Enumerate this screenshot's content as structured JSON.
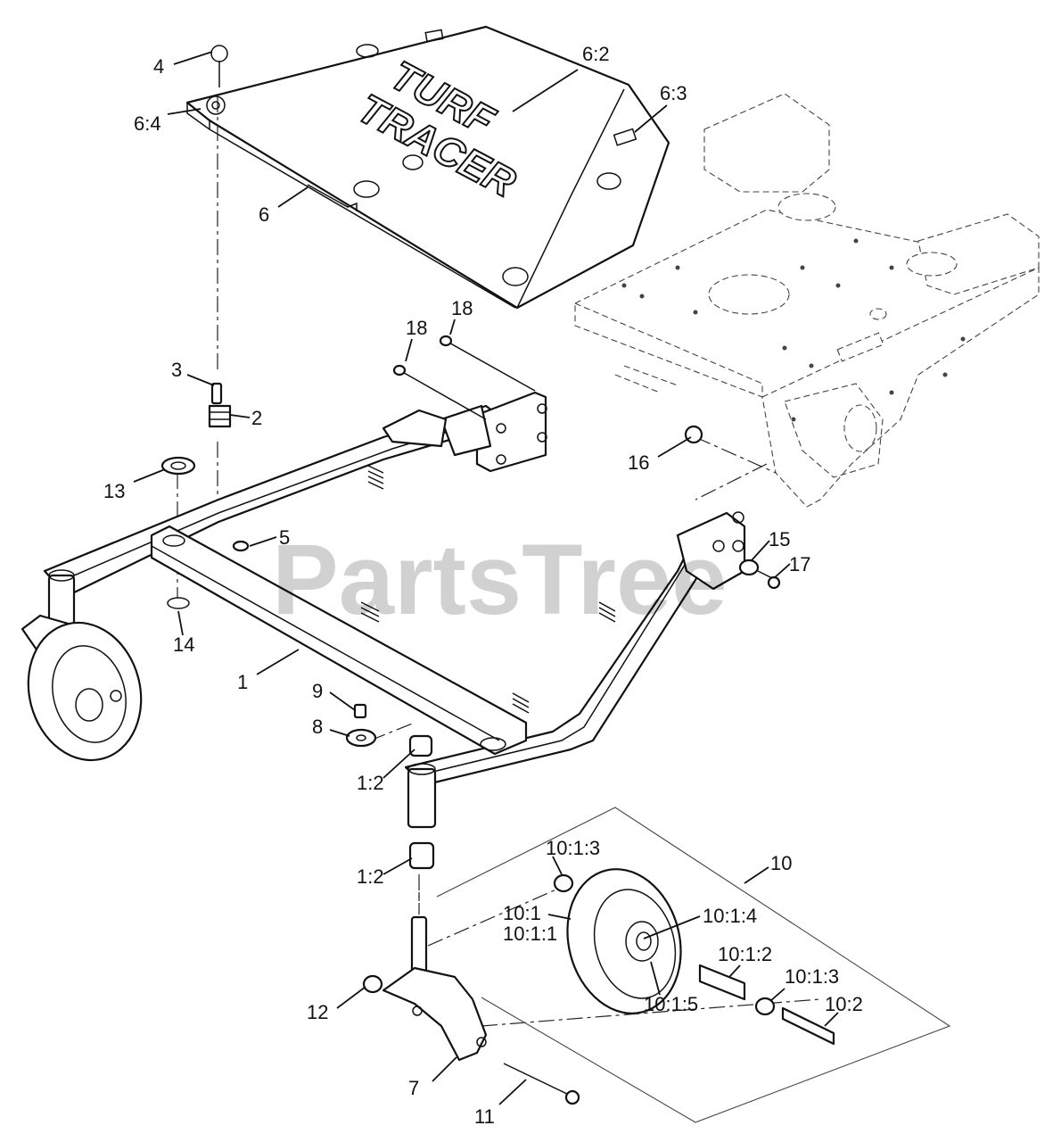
{
  "watermark": "PartsTree",
  "logo": {
    "line1": "TURF",
    "line2": "TRACER"
  },
  "callouts": [
    {
      "text": "4"
    },
    {
      "text": "6:4"
    },
    {
      "text": "6:2"
    },
    {
      "text": "6:3"
    },
    {
      "text": "6"
    },
    {
      "text": "18"
    },
    {
      "text": "18"
    },
    {
      "text": "3"
    },
    {
      "text": "2"
    },
    {
      "text": "13"
    },
    {
      "text": "16"
    },
    {
      "text": "5"
    },
    {
      "text": "15"
    },
    {
      "text": "17"
    },
    {
      "text": "14"
    },
    {
      "text": "1"
    },
    {
      "text": "9"
    },
    {
      "text": "8"
    },
    {
      "text": "1:2"
    },
    {
      "text": "1:2"
    },
    {
      "text": "10"
    },
    {
      "text": "10:1:3"
    },
    {
      "text": "10:1"
    },
    {
      "text": "10:1:1"
    },
    {
      "text": "10:1:4"
    },
    {
      "text": "10:1:2"
    },
    {
      "text": "10:1:3"
    },
    {
      "text": "10:1:5"
    },
    {
      "text": "10:2"
    },
    {
      "text": "12"
    },
    {
      "text": "7"
    },
    {
      "text": "11"
    }
  ]
}
